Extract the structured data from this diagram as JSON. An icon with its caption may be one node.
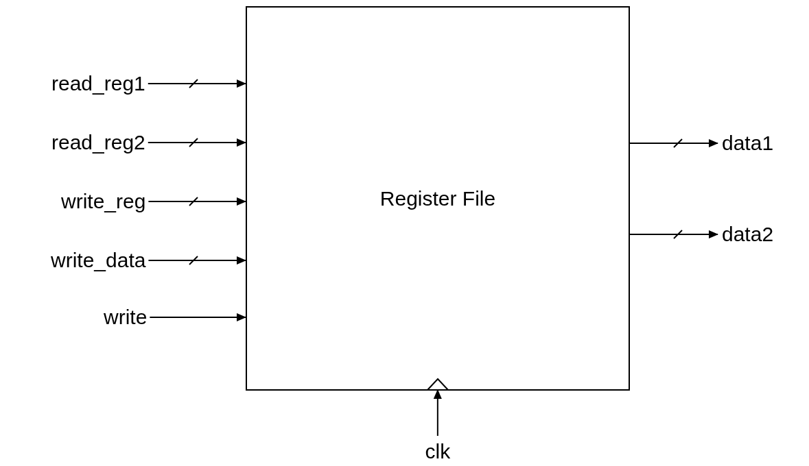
{
  "diagram": {
    "nodes": [
      {
        "text": [
          "Register File"
        ]
      },
      {
        "text": [
          "read_reg1"
        ]
      },
      {
        "text": [
          "read_reg2"
        ]
      },
      {
        "text": [
          "write_reg"
        ]
      },
      {
        "text": [
          "write_data"
        ]
      },
      {
        "text": [
          "write"
        ]
      },
      {
        "text": [
          "data1"
        ]
      },
      {
        "text": [
          "data2"
        ]
      },
      {
        "text": [
          "clk"
        ]
      }
    ],
    "edges": [
      {
        "from": 1,
        "to": 0,
        "arrow": "to"
      },
      {
        "from": 2,
        "to": 0,
        "arrow": "to"
      },
      {
        "from": 3,
        "to": 0,
        "arrow": "to"
      },
      {
        "from": 4,
        "to": 0,
        "arrow": "to"
      },
      {
        "from": 5,
        "to": 0,
        "arrow": "to"
      },
      {
        "from": 0,
        "to": 6,
        "arrow": "to"
      },
      {
        "from": 0,
        "to": 7,
        "arrow": "to"
      },
      {
        "from": 8,
        "to": 0,
        "arrow": "to"
      }
    ]
  }
}
